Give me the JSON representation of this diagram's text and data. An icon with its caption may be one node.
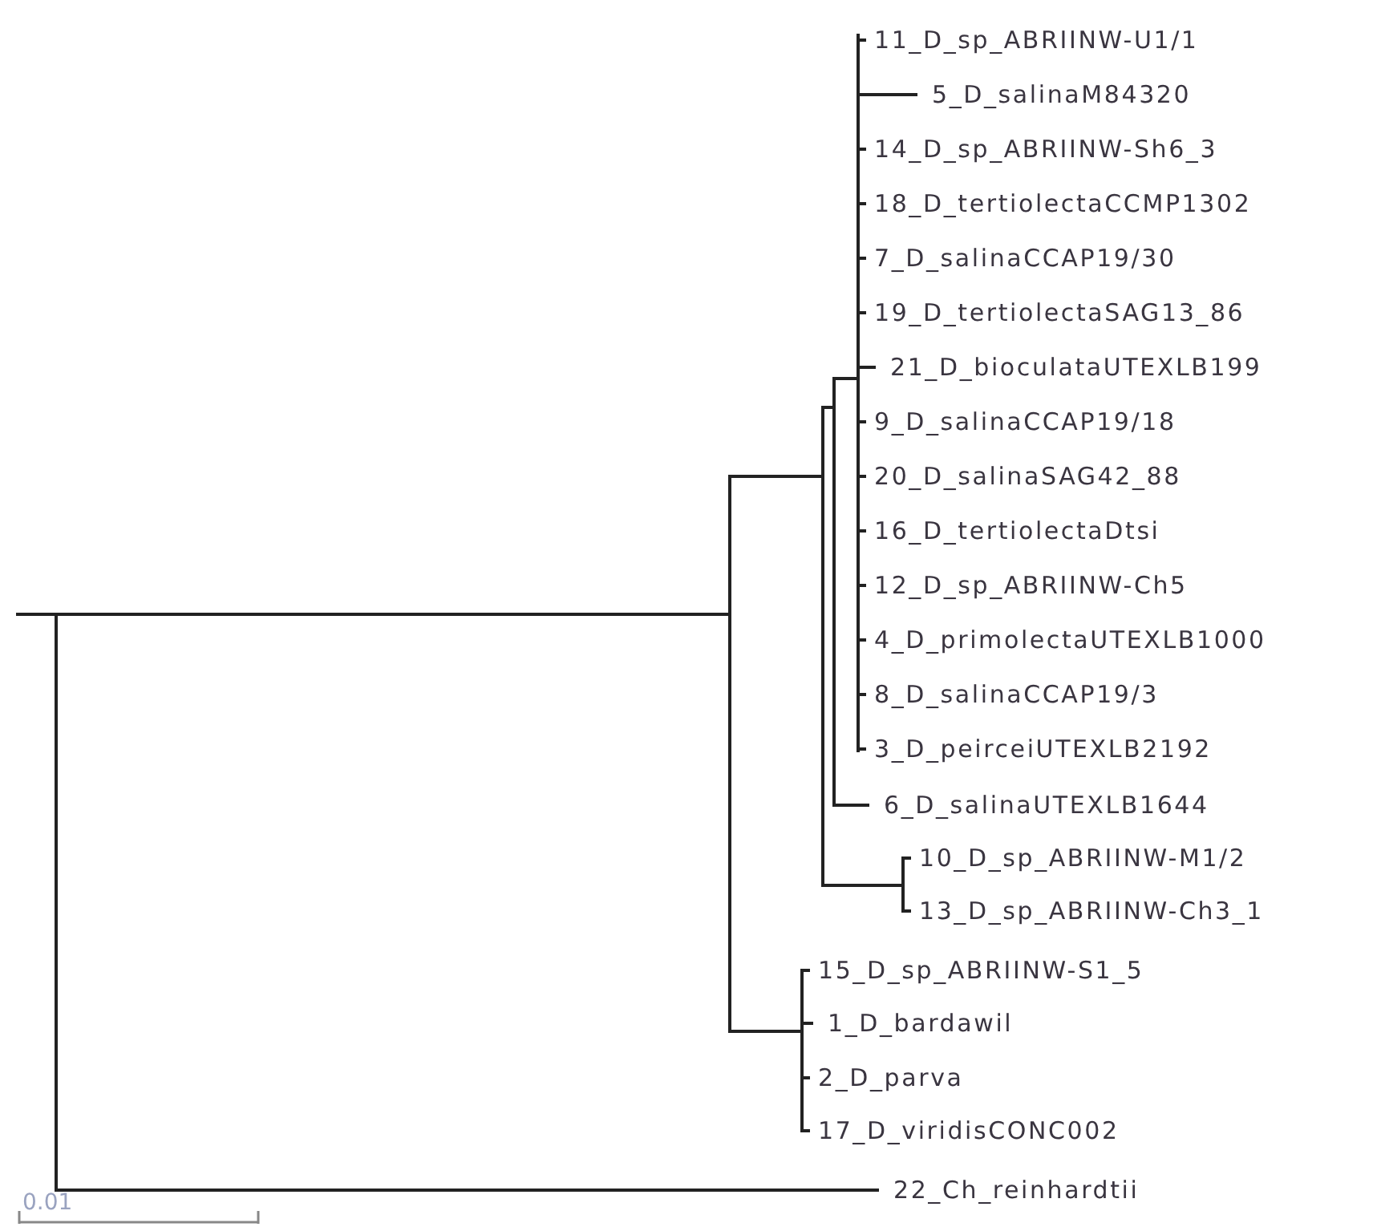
{
  "diagram": {
    "nodes": [
      {
        "text": [
          "11_D_sp_ABRIINW-U1/1"
        ]
      },
      {
        "text": [
          "5_D_salinaM84320"
        ]
      },
      {
        "text": [
          "14_D_sp_ABRIINW-Sh6_3"
        ]
      },
      {
        "text": [
          "18_D_tertiolectaCCMP1302"
        ]
      },
      {
        "text": [
          "7_D_salinaCCAP19/30"
        ]
      },
      {
        "text": [
          "19_D_tertiolectaSAG13_86"
        ]
      },
      {
        "text": [
          "21_D_bioculataUTEXLB199"
        ]
      },
      {
        "text": [
          "9_D_salinaCCAP19/18"
        ]
      },
      {
        "text": [
          "20_D_salinaSAG42_88"
        ]
      },
      {
        "text": [
          "16_D_tertiolectaDtsi"
        ]
      },
      {
        "text": [
          "12_D_sp_ABRIINW-Ch5"
        ]
      },
      {
        "text": [
          "4_D_primolectaUTEXLB1000"
        ]
      },
      {
        "text": [
          "8_D_salinaCCAP19/3"
        ]
      },
      {
        "text": [
          "3_D_peirceiUTEXLB2192"
        ]
      },
      {
        "text": [
          "6_D_salinaUTEXLB1644"
        ]
      },
      {
        "text": [
          "10_D_sp_ABRIINW-M1/2"
        ]
      },
      {
        "text": [
          "13_D_sp_ABRIINW-Ch3_1"
        ]
      },
      {
        "text": [
          "15_D_sp_ABRIINW-S1_5"
        ]
      },
      {
        "text": [
          "1_D_bardawil"
        ]
      },
      {
        "text": [
          "2_D_parva"
        ]
      },
      {
        "text": [
          "17_D_viridisCONC002"
        ]
      },
      {
        "text": [
          "22_Ch_reinhardtii"
        ]
      },
      {
        "text": [],
        "shape": "bar"
      },
      {
        "text": [],
        "shape": "bar"
      },
      {
        "text": [],
        "shape": "bar"
      },
      {
        "text": [],
        "shape": "bar"
      },
      {
        "text": [],
        "shape": "bar"
      },
      {
        "text": [],
        "shape": "bar"
      },
      {
        "text": [],
        "shape": "bar"
      }
    ],
    "edges": [
      {
        "from": null,
        "to": 22,
        "arrow": "none"
      },
      {
        "from": 22,
        "to": 23,
        "arrow": "none"
      },
      {
        "from": 22,
        "to": 21,
        "arrow": "none"
      },
      {
        "from": 23,
        "to": 24,
        "arrow": "none"
      },
      {
        "from": 23,
        "to": 28,
        "arrow": "none"
      },
      {
        "from": 24,
        "to": 25,
        "arrow": "none"
      },
      {
        "from": 24,
        "to": 27,
        "arrow": "none"
      },
      {
        "from": 25,
        "to": 26,
        "arrow": "none"
      },
      {
        "from": 25,
        "to": 14,
        "arrow": "none"
      },
      {
        "from": 26,
        "to": 0,
        "arrow": "none"
      },
      {
        "from": 26,
        "to": 1,
        "arrow": "none"
      },
      {
        "from": 26,
        "to": 2,
        "arrow": "none"
      },
      {
        "from": 26,
        "to": 3,
        "arrow": "none"
      },
      {
        "from": 26,
        "to": 4,
        "arrow": "none"
      },
      {
        "from": 26,
        "to": 5,
        "arrow": "none"
      },
      {
        "from": 26,
        "to": 6,
        "arrow": "none"
      },
      {
        "from": 26,
        "to": 7,
        "arrow": "none"
      },
      {
        "from": 26,
        "to": 8,
        "arrow": "none"
      },
      {
        "from": 26,
        "to": 9,
        "arrow": "none"
      },
      {
        "from": 26,
        "to": 10,
        "arrow": "none"
      },
      {
        "from": 26,
        "to": 11,
        "arrow": "none"
      },
      {
        "from": 26,
        "to": 12,
        "arrow": "none"
      },
      {
        "from": 26,
        "to": 13,
        "arrow": "none"
      },
      {
        "from": 27,
        "to": 15,
        "arrow": "none"
      },
      {
        "from": 27,
        "to": 16,
        "arrow": "none"
      },
      {
        "from": 28,
        "to": 17,
        "arrow": "none"
      },
      {
        "from": 28,
        "to": 18,
        "arrow": "none"
      },
      {
        "from": 28,
        "to": 19,
        "arrow": "none"
      },
      {
        "from": 28,
        "to": 20,
        "arrow": "none"
      }
    ],
    "labels": [
      "0.01"
    ]
  }
}
